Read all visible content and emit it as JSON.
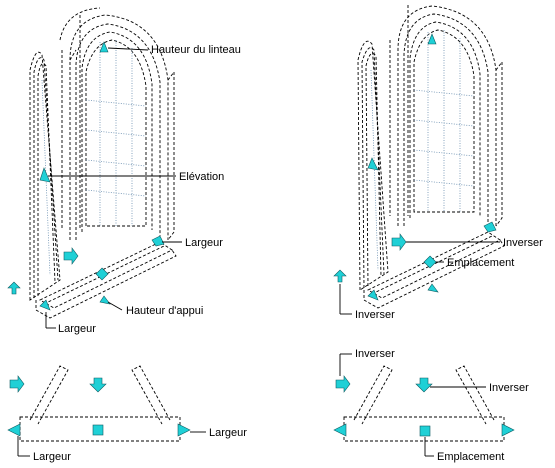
{
  "labels": {
    "lintel_height": "Hauteur du linteau",
    "elevation": "Elévation",
    "width_left_top": "Largeur",
    "sill_height": "Hauteur d'appui",
    "width_left_bottom": "Largeur",
    "flip_right_top": "Inverser",
    "location_right_top": "Emplacement",
    "flip_right_side": "Inverser",
    "width_plan_left": "Largeur",
    "width_plan_left_bottom": "Largeur",
    "flip_plan_left": "Inverser",
    "flip_plan_right": "Inverser",
    "location_plan": "Emplacement"
  },
  "colors": {
    "grip": "#1fd0d6",
    "grip_outline": "#0e5d62",
    "lines": "#000000",
    "glazing": "#6a8fb0"
  },
  "icons": [
    "arrow-grip-icon",
    "square-grip-icon",
    "diamond-grip-icon"
  ]
}
